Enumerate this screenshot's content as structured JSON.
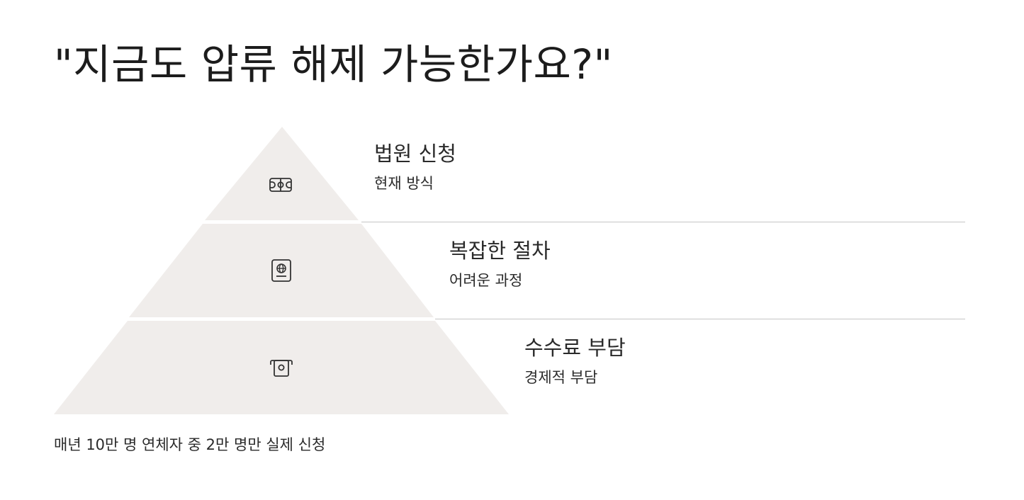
{
  "title": "\"지금도 압류 해제 가능한가요?\"",
  "tiers": [
    {
      "heading": "법원 신청",
      "sub": "현재 방식",
      "icon": "stadium-field-icon"
    },
    {
      "heading": "복잡한 절차",
      "sub": "어려운 과정",
      "icon": "passport-icon"
    },
    {
      "heading": "수수료 부담",
      "sub": "경제적 부담",
      "icon": "cash-machine-icon"
    }
  ],
  "footnote": "매년 10만 명 연체자 중 2만 명만 실제 신청",
  "colors": {
    "tier_fill": "#f0edeb",
    "divider": "#d6d6d6",
    "icon_stroke": "#333333",
    "text": "#1c1c1c"
  }
}
